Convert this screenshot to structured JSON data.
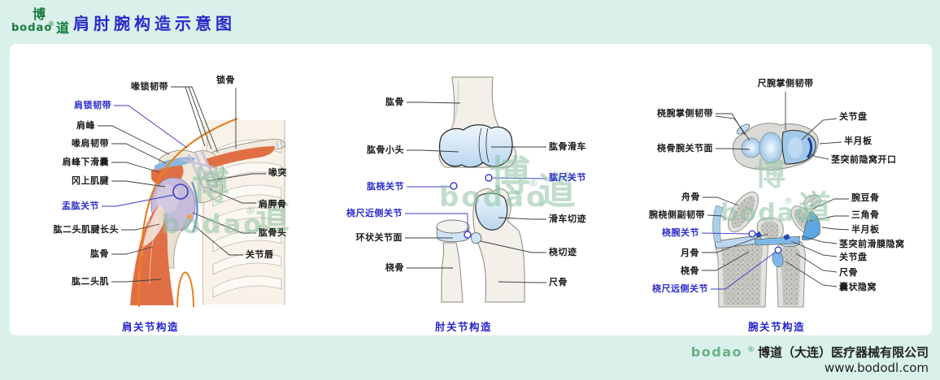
{
  "header": {
    "logo": {
      "cn_top": "博",
      "cn_right": "道",
      "latin": "bodao",
      "reg": "®"
    },
    "title": "肩肘腕构造示意图"
  },
  "watermark": {
    "cn_left": "博",
    "latin": "bodao",
    "reg": "®",
    "cn_right": "道"
  },
  "diagrams": {
    "shoulder": {
      "caption": "肩关节构造",
      "labels": [
        {
          "text": "喙锁韧带",
          "emphasis": false
        },
        {
          "text": "锁骨",
          "emphasis": false
        },
        {
          "text": "肩锁韧带",
          "emphasis": true
        },
        {
          "text": "肩峰",
          "emphasis": false
        },
        {
          "text": "喙肩韧带",
          "emphasis": false
        },
        {
          "text": "肩峰下滑囊",
          "emphasis": false
        },
        {
          "text": "冈上肌腱",
          "emphasis": false
        },
        {
          "text": "喙突",
          "emphasis": false
        },
        {
          "text": "盂肱关节",
          "emphasis": true
        },
        {
          "text": "肩胛骨",
          "emphasis": false
        },
        {
          "text": "肱二头肌腱长头",
          "emphasis": false
        },
        {
          "text": "肱骨头",
          "emphasis": false
        },
        {
          "text": "肱骨",
          "emphasis": false
        },
        {
          "text": "关节唇",
          "emphasis": false
        },
        {
          "text": "肱二头肌",
          "emphasis": false
        }
      ]
    },
    "elbow": {
      "caption": "肘关节构造",
      "labels": [
        {
          "text": "肱骨",
          "emphasis": false
        },
        {
          "text": "肱骨小头",
          "emphasis": false
        },
        {
          "text": "肱骨滑车",
          "emphasis": false
        },
        {
          "text": "肱桡关节",
          "emphasis": true
        },
        {
          "text": "肱尺关节",
          "emphasis": true
        },
        {
          "text": "桡尺近侧关节",
          "emphasis": true
        },
        {
          "text": "环状关节面",
          "emphasis": false
        },
        {
          "text": "滑车切迹",
          "emphasis": false
        },
        {
          "text": "桡切迹",
          "emphasis": false
        },
        {
          "text": "桡骨",
          "emphasis": false
        },
        {
          "text": "尺骨",
          "emphasis": false
        }
      ]
    },
    "wrist": {
      "caption": "腕关节构造",
      "labels": [
        {
          "text": "尺腕掌侧韧带",
          "emphasis": false
        },
        {
          "text": "桡腕掌侧韧带",
          "emphasis": false
        },
        {
          "text": "关节盘",
          "emphasis": false
        },
        {
          "text": "半月板",
          "emphasis": false
        },
        {
          "text": "茎突前隐窝开口",
          "emphasis": false
        },
        {
          "text": "桡骨腕关节面",
          "emphasis": false
        },
        {
          "text": "舟骨",
          "emphasis": false
        },
        {
          "text": "腕豆骨",
          "emphasis": false
        },
        {
          "text": "腕桡侧副韧带",
          "emphasis": false
        },
        {
          "text": "三角骨",
          "emphasis": false
        },
        {
          "text": "桡腕关节",
          "emphasis": true
        },
        {
          "text": "半月板",
          "emphasis": false
        },
        {
          "text": "月骨",
          "emphasis": false
        },
        {
          "text": "茎突前滑膜隐窝",
          "emphasis": false
        },
        {
          "text": "桡骨",
          "emphasis": false
        },
        {
          "text": "关节盘",
          "emphasis": false
        },
        {
          "text": "尺骨",
          "emphasis": false
        },
        {
          "text": "桡尺远侧关节",
          "emphasis": true
        },
        {
          "text": "囊状隐窝",
          "emphasis": false
        }
      ]
    }
  },
  "footer": {
    "logo": "bodao",
    "reg": "®",
    "company": "博道（大连）医疗器械有限公司",
    "website": "www.bododl.com"
  },
  "colors": {
    "background": "#d9f1ea",
    "panel": "#ffffff",
    "title_blue": "#2828cc",
    "label_black": "#1a1a1a",
    "label_blue": "#2d2dcc",
    "logo_green": "#177a3c",
    "watermark_green": "#8fc3a4",
    "muscle_orange": "#e06f45",
    "contour_orange": "#e8821e",
    "cartilage_blue": "#bcd8f0",
    "bone_beige": "#f1ebdd"
  }
}
